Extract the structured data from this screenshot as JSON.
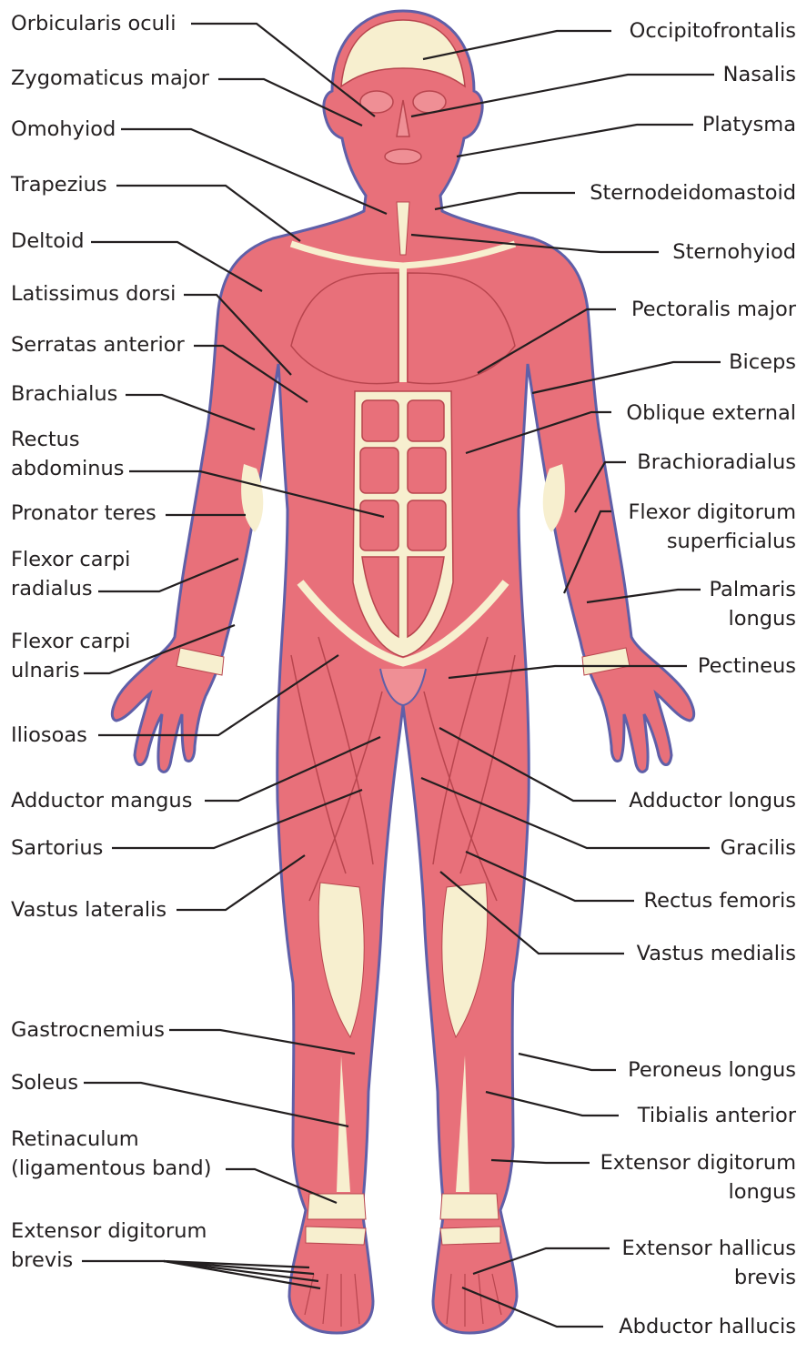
{
  "colors": {
    "muscle": "#e8707a",
    "muscle_light": "#ef8f95",
    "muscle_line": "#b8454e",
    "tendon": "#f7efcf",
    "outline": "#5f5fa8",
    "leader": "#231f20",
    "text": "#231f20"
  },
  "labels_left": [
    {
      "lines": [
        "Orbicularis oculi"
      ]
    },
    {
      "lines": [
        "Zygomaticus major"
      ]
    },
    {
      "lines": [
        "Omohyiod"
      ]
    },
    {
      "lines": [
        "Trapezius"
      ]
    },
    {
      "lines": [
        "Deltoid"
      ]
    },
    {
      "lines": [
        "Latissimus dorsi"
      ]
    },
    {
      "lines": [
        "Serratas anterior"
      ]
    },
    {
      "lines": [
        "Brachialus"
      ]
    },
    {
      "lines": [
        "Rectus",
        "abdominus"
      ]
    },
    {
      "lines": [
        "Pronator teres"
      ]
    },
    {
      "lines": [
        "Flexor carpi",
        "radialus"
      ]
    },
    {
      "lines": [
        "Flexor carpi",
        "ulnaris"
      ]
    },
    {
      "lines": [
        "Iliosoas"
      ]
    },
    {
      "lines": [
        "Adductor mangus"
      ]
    },
    {
      "lines": [
        "Sartorius"
      ]
    },
    {
      "lines": [
        "Vastus lateralis"
      ]
    },
    {
      "lines": [
        "Gastrocnemius"
      ]
    },
    {
      "lines": [
        "Soleus"
      ]
    },
    {
      "lines": [
        "Retinaculum",
        "(ligamentous band)"
      ]
    },
    {
      "lines": [
        "Extensor digitorum",
        "brevis"
      ]
    }
  ],
  "labels_right": [
    {
      "lines": [
        "Occipitofrontalis"
      ]
    },
    {
      "lines": [
        "Nasalis"
      ]
    },
    {
      "lines": [
        "Platysma"
      ]
    },
    {
      "lines": [
        "Sternodeidomastoid"
      ]
    },
    {
      "lines": [
        "Sternohyiod"
      ]
    },
    {
      "lines": [
        "Pectoralis major"
      ]
    },
    {
      "lines": [
        "Biceps"
      ]
    },
    {
      "lines": [
        "Oblique external"
      ]
    },
    {
      "lines": [
        "Brachioradialus"
      ]
    },
    {
      "lines": [
        "Flexor digitorum",
        "superficialus"
      ]
    },
    {
      "lines": [
        "Palmaris",
        "longus"
      ]
    },
    {
      "lines": [
        "Pectineus"
      ]
    },
    {
      "lines": [
        "Adductor longus"
      ]
    },
    {
      "lines": [
        "Gracilis"
      ]
    },
    {
      "lines": [
        "Rectus femoris"
      ]
    },
    {
      "lines": [
        "Vastus medialis"
      ]
    },
    {
      "lines": [
        "Peroneus longus"
      ]
    },
    {
      "lines": [
        "Tibialis anterior"
      ]
    },
    {
      "lines": [
        "Extensor digitorum",
        "longus"
      ]
    },
    {
      "lines": [
        "Extensor hallicus",
        "brevis"
      ]
    },
    {
      "lines": [
        "Abductor hallucis"
      ]
    }
  ]
}
